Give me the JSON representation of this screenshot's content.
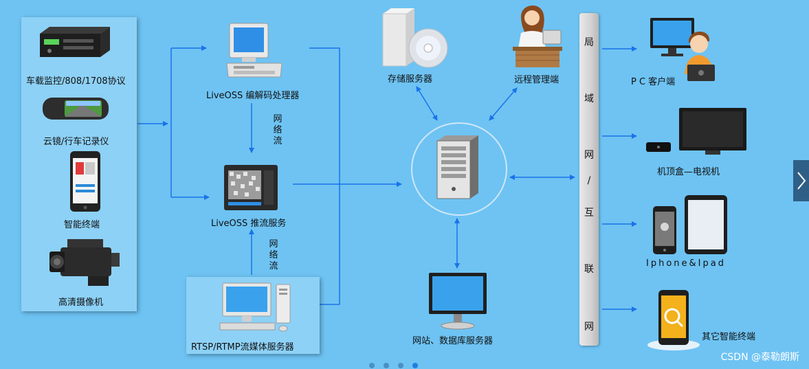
{
  "colors": {
    "background": "#6ec3f3",
    "arrow": "#1a73e8",
    "panel": "#8dd1f6"
  },
  "sources": [
    {
      "label": "车载监控/808/1708协议",
      "icon": "dvr-device-icon"
    },
    {
      "label": "云镜/行车记录仪",
      "icon": "mirror-recorder-icon"
    },
    {
      "label": "智能终端",
      "icon": "smartphone-icon"
    },
    {
      "label": "高清摄像机",
      "icon": "camcorder-icon"
    }
  ],
  "codec": {
    "label": "LiveOSS  编解码处理器"
  },
  "push": {
    "label": "LiveOSS  推流服务"
  },
  "rtsp": {
    "label": "RTSP/RTMP流媒体服务器"
  },
  "net_upper": [
    "网",
    "络",
    "流"
  ],
  "net_lower": [
    "网",
    "络",
    "流"
  ],
  "storage": {
    "label": "存储服务器"
  },
  "remote": {
    "label": "远程管理端"
  },
  "web_db": {
    "label": "网站、数据库服务器"
  },
  "lan": [
    "局",
    "域",
    "网",
    "/",
    "互",
    "联",
    "网"
  ],
  "clients": [
    {
      "label": "P C 客户端"
    },
    {
      "label": "机顶盒—电视机"
    },
    {
      "label": "Iphone&Ipad"
    },
    {
      "label": "其它智能终端"
    }
  ],
  "carousel": {
    "dot_count": 4,
    "active_index": 3
  },
  "watermark": "CSDN @泰勒朗斯"
}
